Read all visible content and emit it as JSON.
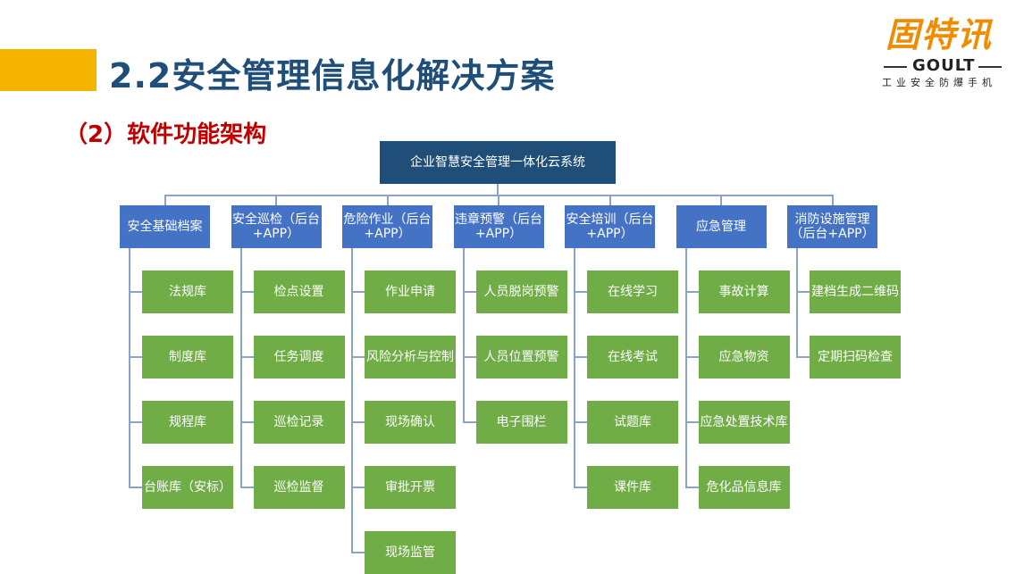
{
  "header": {
    "title": "2.2安全管理信息化解决方案",
    "subtitle": "（2）软件功能架构"
  },
  "logo": {
    "main": "固特讯",
    "brand": "GOULT",
    "tagline": "工业安全防爆手机"
  },
  "diagram": {
    "root": "企业智慧安全管理一体化云系统",
    "categories": [
      {
        "label": "安全基础档案",
        "items": [
          "法规库",
          "制度库",
          "规程库",
          "台账库（安标）"
        ]
      },
      {
        "label": "安全巡检（后台+APP）",
        "items": [
          "检点设置",
          "任务调度",
          "巡检记录",
          "巡检监督"
        ]
      },
      {
        "label": "危险作业（后台+APP）",
        "items": [
          "作业申请",
          "风险分析与控制",
          "现场确认",
          "审批开票",
          "现场监管"
        ]
      },
      {
        "label": "违章预警（后台+APP）",
        "items": [
          "人员脱岗预警",
          "人员位置预警",
          "电子围栏"
        ]
      },
      {
        "label": "安全培训（后台+APP）",
        "items": [
          "在线学习",
          "在线考试",
          "试题库",
          "课件库"
        ]
      },
      {
        "label": "应急管理",
        "items": [
          "事故计算",
          "应急物资",
          "应急处置技术库",
          "危化品信息库"
        ]
      },
      {
        "label": "消防设施管理（后台+APP）",
        "items": [
          "建档生成二维码",
          "定期扫码检查"
        ]
      }
    ]
  },
  "colors": {
    "title": "#1f4e79",
    "subtitle": "#c00000",
    "accent": "#f5b400",
    "root_box": "#1f4e79",
    "category_box": "#4472c4",
    "item_box": "#70ad47",
    "logo": "#f08c00"
  }
}
